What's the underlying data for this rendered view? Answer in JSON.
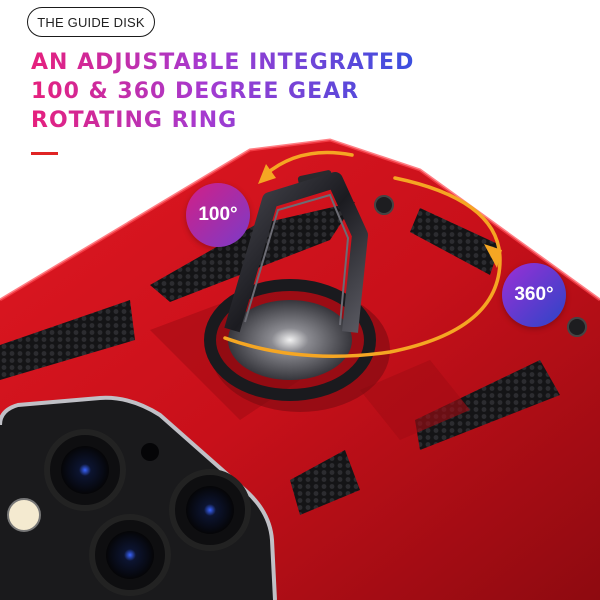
{
  "badge_top": "THE GUIDE DISK",
  "headline": {
    "line1": "AN ADJUSTABLE INTEGRATED",
    "line2": "100 & 360 DEGREE GEAR",
    "line3": "ROTATING RING"
  },
  "callouts": {
    "rotation_100": "100°",
    "rotation_360": "360°"
  },
  "colors": {
    "case": "#c8101a",
    "gradient_start": "#e6207c",
    "gradient_end": "#3a4fdf",
    "arrow": "#f5a623",
    "accent_line": "#e02424"
  }
}
